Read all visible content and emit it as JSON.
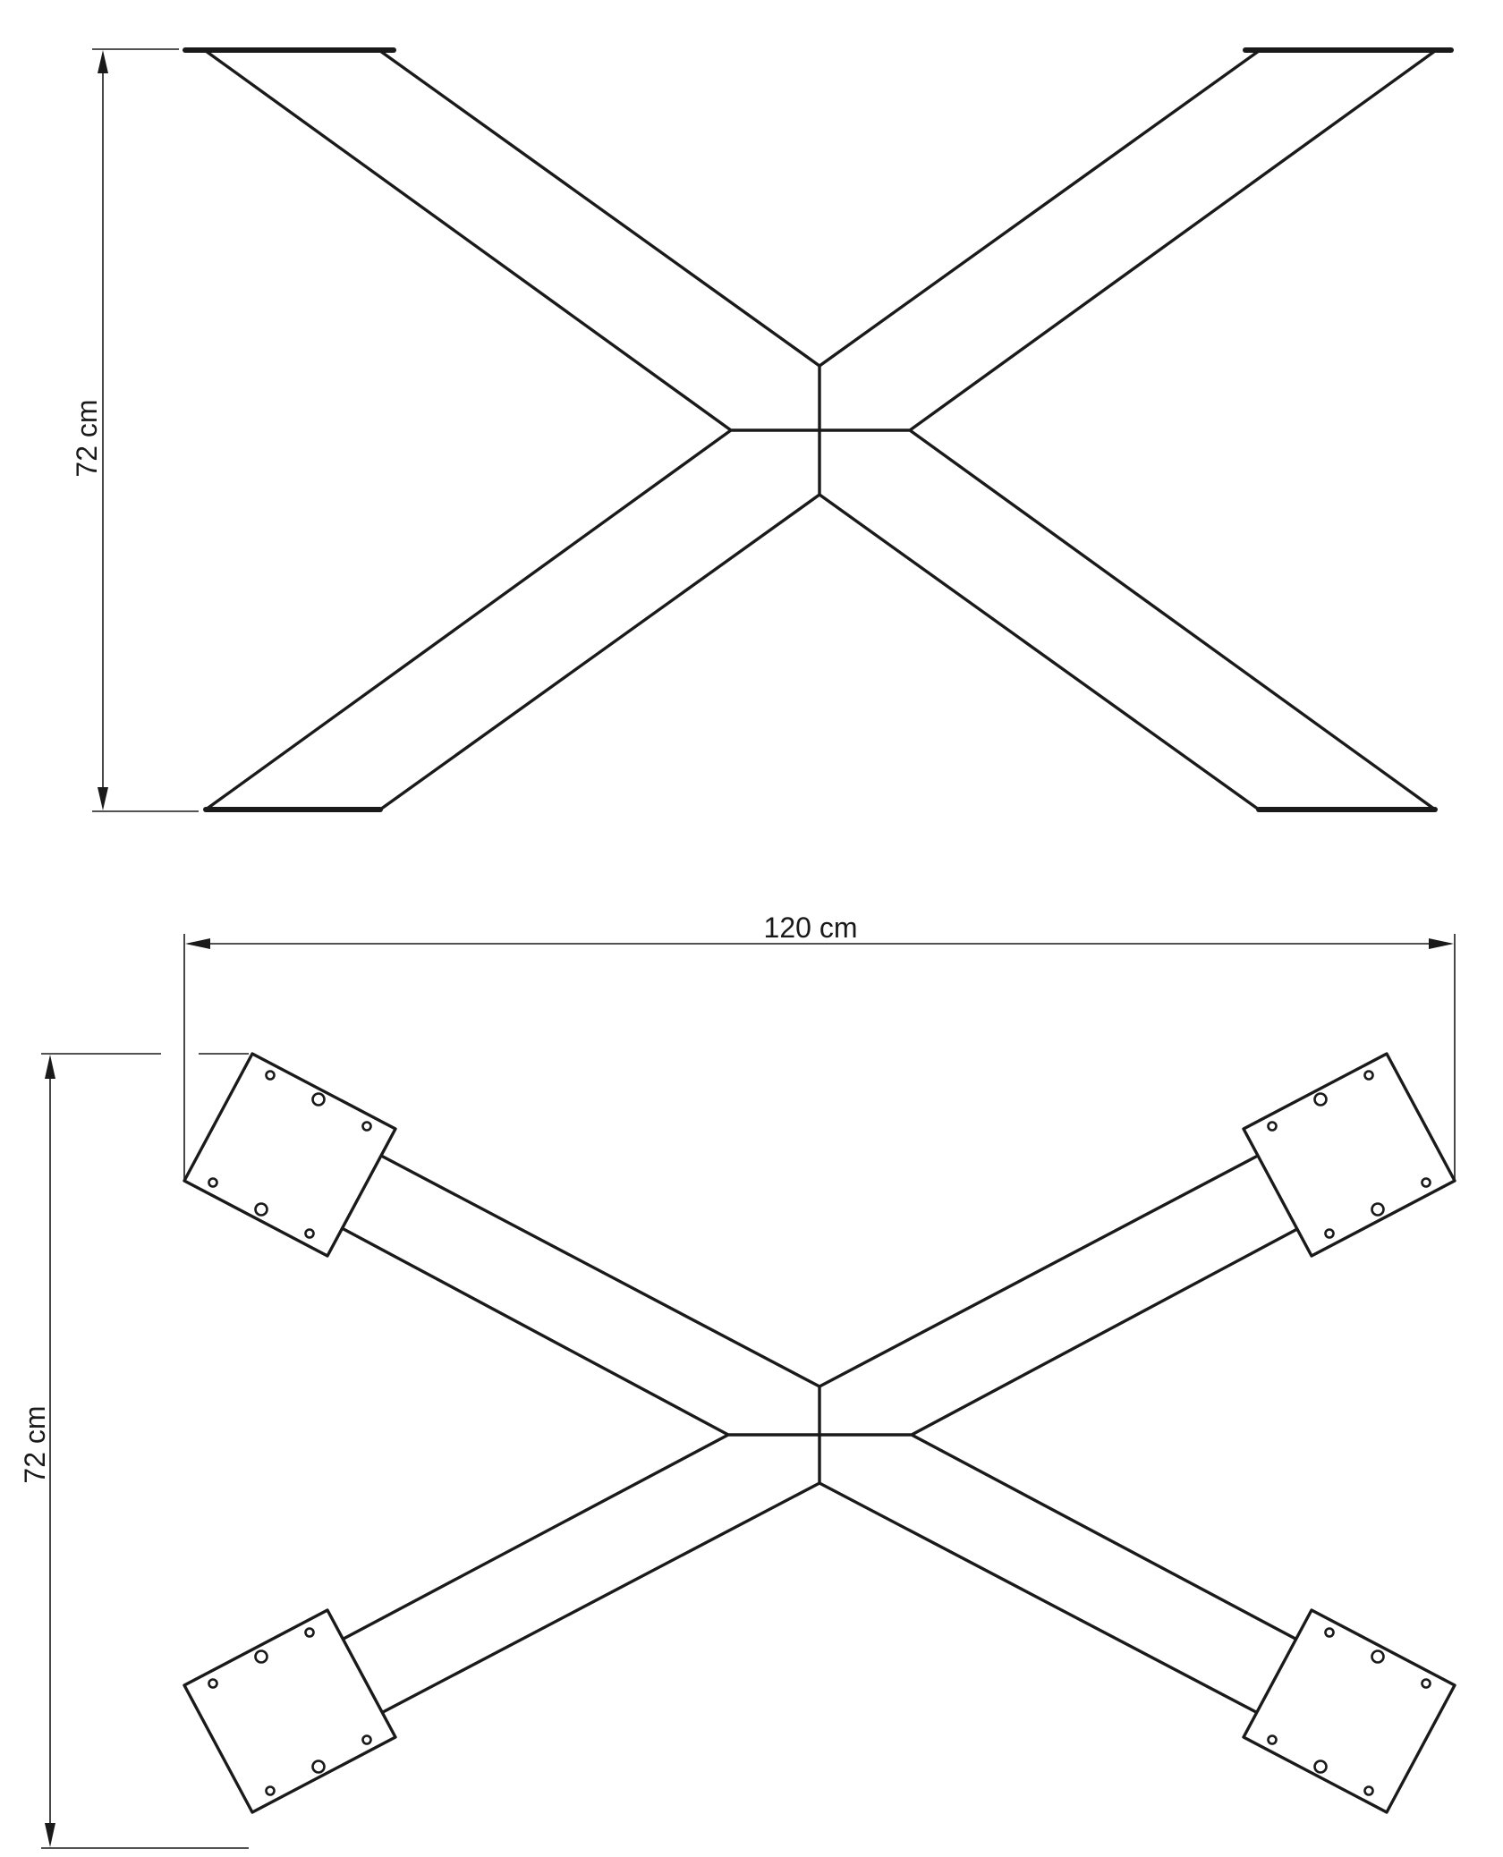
{
  "dimensions": {
    "front_height": "72 cm",
    "top_width": "120 cm",
    "top_depth": "72 cm"
  },
  "colors": {
    "line": "#1a1a1a",
    "background": "#ffffff"
  }
}
